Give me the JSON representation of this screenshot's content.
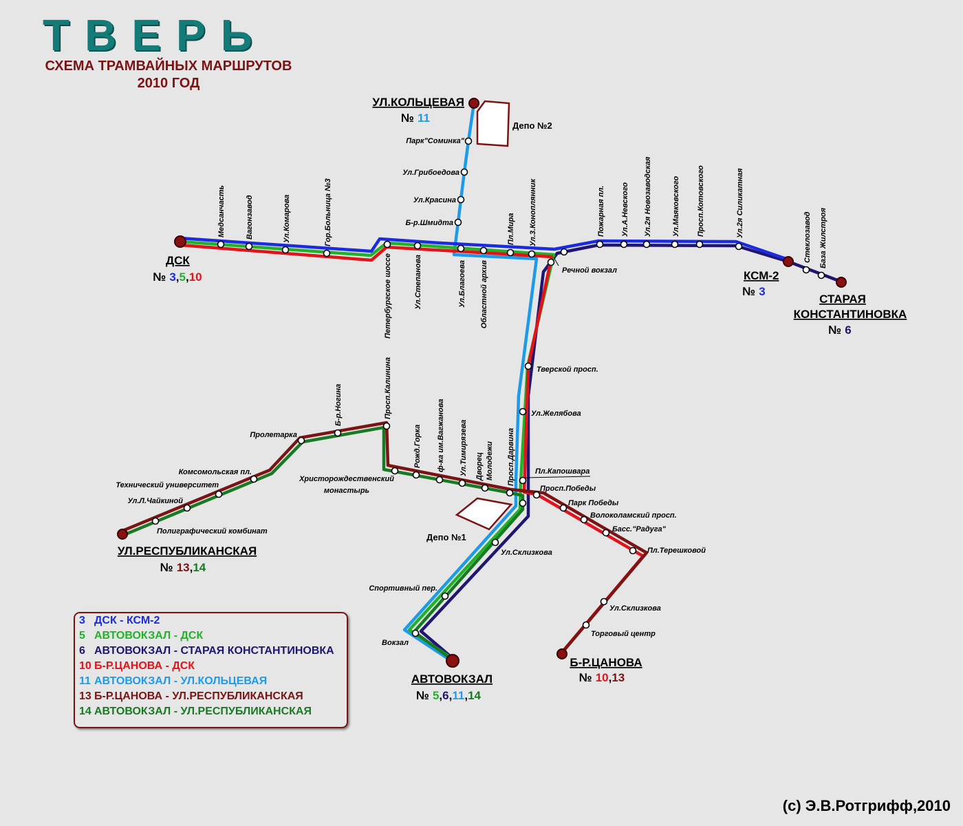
{
  "title": "ТВЕРЬ",
  "subtitle_line1": "СХЕМА ТРАМВАЙНЫХ МАРШРУТОВ",
  "subtitle_line2": "2010 ГОД",
  "copyright": "(c) Э.В.Ротгрифф,2010",
  "colors": {
    "route3": "#1a2be0",
    "route5": "#22b22a",
    "route6": "#1e1670",
    "route10": "#e0141b",
    "route11": "#1e9be8",
    "route13": "#7b1414",
    "route14": "#187a22",
    "title": "#137c78",
    "terminal": "#8a1111"
  },
  "terminals": {
    "kolcevaya": {
      "name": "УЛ.КОЛЬЦЕВАЯ",
      "no": "№",
      "routes": [
        {
          "n": "11",
          "c": "route11"
        }
      ]
    },
    "dsk": {
      "name": "ДСК",
      "no": "№",
      "routes": [
        {
          "n": "3",
          "c": "route3"
        },
        {
          "n": "5",
          "c": "route5"
        },
        {
          "n": "10",
          "c": "route10"
        }
      ]
    },
    "ksm2": {
      "name": "КСМ-2",
      "no": "№",
      "routes": [
        {
          "n": "3",
          "c": "route3"
        }
      ]
    },
    "staraya": {
      "name1": "СТАРАЯ",
      "name2": "КОНСТАНТИНОВКА",
      "no": "№",
      "routes": [
        {
          "n": "6",
          "c": "route6"
        }
      ]
    },
    "respublikanskaya": {
      "name": "УЛ.РЕСПУБЛИКАНСКАЯ",
      "no": "№",
      "routes": [
        {
          "n": "13",
          "c": "route13"
        },
        {
          "n": "14",
          "c": "route14"
        }
      ]
    },
    "avtovokzal": {
      "name": "АВТОВОКЗАЛ",
      "no": "№",
      "routes": [
        {
          "n": "5",
          "c": "route5"
        },
        {
          "n": "6",
          "c": "route6"
        },
        {
          "n": "11",
          "c": "route11"
        },
        {
          "n": "14",
          "c": "route14"
        }
      ]
    },
    "canova": {
      "name": "Б-Р.ЦАНОВА",
      "no": "№",
      "routes": [
        {
          "n": "10",
          "c": "route10"
        },
        {
          "n": "13",
          "c": "route13"
        }
      ]
    }
  },
  "depots": {
    "depot1": "Депо №1",
    "depot2": "Депо №2"
  },
  "stops": {
    "park_sominka": "Парк\"Соминка\"",
    "griboedova": "Ул.Грибоедова",
    "krasina": "Ул.Красина",
    "shmidta": "Б-р.Шмидта",
    "medsanchast": "Медсанчасть",
    "vagonzavod": "Вагонзавод",
    "komarova": "Ул.Комарова",
    "gorbolnica": "Гор.Больница №3",
    "peterburgskoe": "Петербургское шоссе",
    "stepanova": "Ул.Степанова",
    "blagoeva": "Ул.Благоева",
    "oblarhiv": "Областной архив",
    "plmira": "Пл.Мира",
    "konoplyannik": "Ул.3.Коноплянник",
    "rechnoy": "Речной вокзал",
    "pozharnaya": "Пожарная пл.",
    "nevskogo": "Ул.А.Невского",
    "novozavodskaya": "Ул.2я Новозаводская",
    "mayakovskogo": "Ул.Маяковского",
    "kotovskogo": "Просп.Котовского",
    "silikatnaya": "Ул.2я Силикатная",
    "steklozavod": "Стеклозавод",
    "bazazhilstroya": "База Жилстроя",
    "tverskoy": "Тверской просп.",
    "zhelyabova": "Ул.Желябова",
    "kaposhvara": "Пл.Капошвара",
    "pobedy": "Просп.Победы",
    "parkpobedy": "Парк Победы",
    "volokolamsky": "Волоколамский просп.",
    "raduga": "Басс.\"Радуга\"",
    "tereshkovoy": "Пл.Терешковой",
    "sklizkova_e": "Ул.Склизкова",
    "torgovy": "Торговый центр",
    "sklizkova_s": "Ул.Склизкова",
    "sportivny": "Спортивный пер.",
    "vokzal": "Вокзал",
    "darvina": "Просп.Дарвина",
    "dvorec_1": "Дворец",
    "dvorec_2": "Молодежи",
    "timiryazeva": "Ул.Тимирязева",
    "vagzhanova": "ф-ка им.Вагжанова",
    "rozhdgorka": "Рожд.Горка",
    "hristo_1": "Христорождественский",
    "hristo_2": "монастырь",
    "kalinina": "Просп.Калинина",
    "nogina": "Б-р.Ногина",
    "proletarka": "Пролетарка",
    "komsomolskaya": "Комсомольская пл.",
    "tehuniver": "Технический университет",
    "chaykinoy": "Ул.Л.Чайкиной",
    "poligraf": "Полиграфический комбинат"
  },
  "legend": [
    {
      "num": "3",
      "text": "ДСК - КСМ-2",
      "c": "route3"
    },
    {
      "num": "5",
      "text": "АВТОВОКЗАЛ - ДСК",
      "c": "route5"
    },
    {
      "num": "6",
      "text": "АВТОВОКЗАЛ - СТАРАЯ КОНСТАНТИНОВКА",
      "c": "route6"
    },
    {
      "num": "10",
      "text": "Б-Р.ЦАНОВА - ДСК",
      "c": "route10"
    },
    {
      "num": "11",
      "text": "АВТОВОКЗАЛ - УЛ.КОЛЬЦЕВАЯ",
      "c": "route11"
    },
    {
      "num": "13",
      "text": "Б-Р.ЦАНОВА - УЛ.РЕСПУБЛИКАНСКАЯ",
      "c": "route13"
    },
    {
      "num": "14",
      "text": "АВТОВОКЗАЛ - УЛ.РЕСПУБЛИКАНСКАЯ",
      "c": "route14"
    }
  ]
}
